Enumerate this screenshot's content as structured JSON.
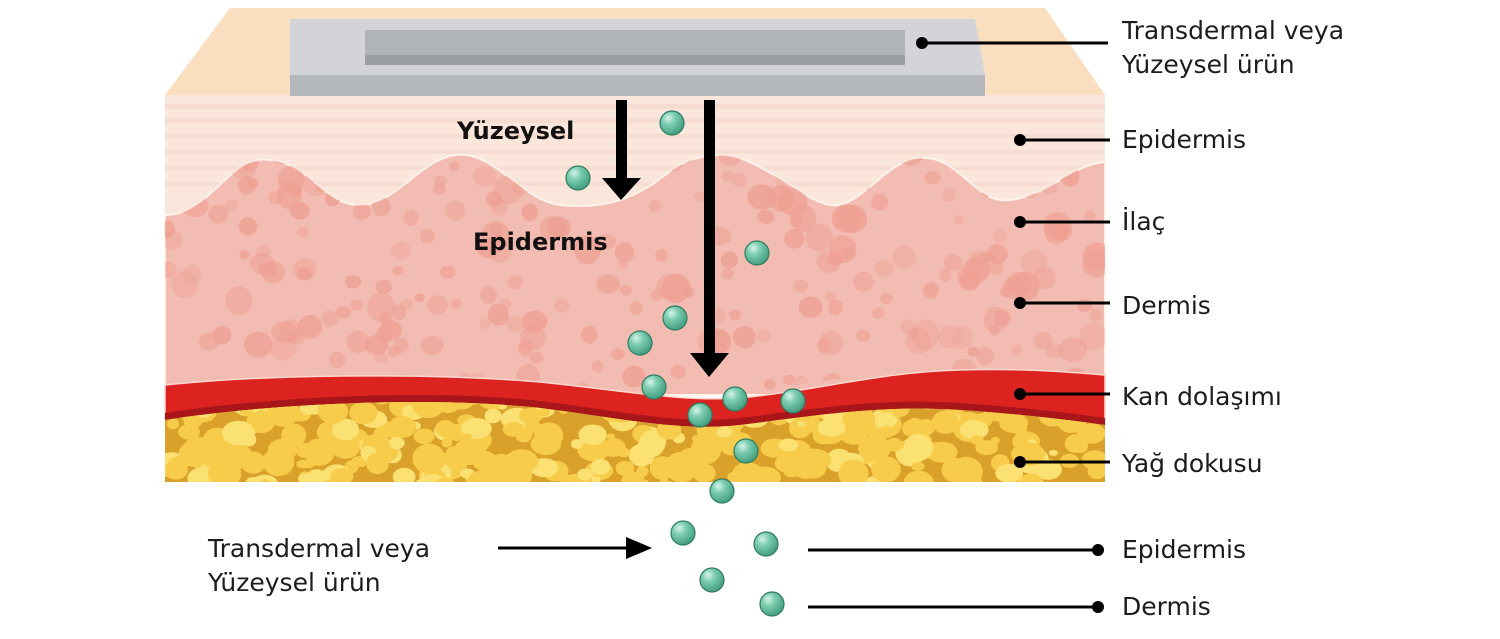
{
  "diagram": {
    "inner_labels": {
      "surface": "Yüzeysel",
      "epidermis": "Epidermis"
    },
    "right_labels": [
      {
        "id": "product",
        "line1": "Transdermal veya",
        "line2": "Yüzeysel ürün"
      },
      {
        "id": "epidermis",
        "line1": "Epidermis"
      },
      {
        "id": "drug",
        "line1": "İlaç"
      },
      {
        "id": "dermis",
        "line1": "Dermis"
      },
      {
        "id": "blood",
        "line1": "Kan dolaşımı"
      },
      {
        "id": "fat",
        "line1": "Yağ dokusu"
      }
    ],
    "legend": {
      "left": {
        "line1": "Transdermal veya",
        "line2": "Yüzeysel ürün"
      },
      "right": [
        {
          "id": "epidermis",
          "label": "Epidermis"
        },
        {
          "id": "dermis",
          "label": "Dermis"
        }
      ]
    },
    "colors": {
      "skin_top": "#f9dfc0",
      "patch_outer": "#c9cbce",
      "patch_inner": "#a7aaae",
      "epidermis": "#fbe6dc",
      "dermis": "#f2bcb2",
      "dermis_spot": "#ee9f92",
      "blood": "#dc2320",
      "fat": "#d9a02a",
      "fat_cell": "#f7cc4a",
      "drug": "#6cc3a5",
      "arrow": "#000000"
    }
  }
}
